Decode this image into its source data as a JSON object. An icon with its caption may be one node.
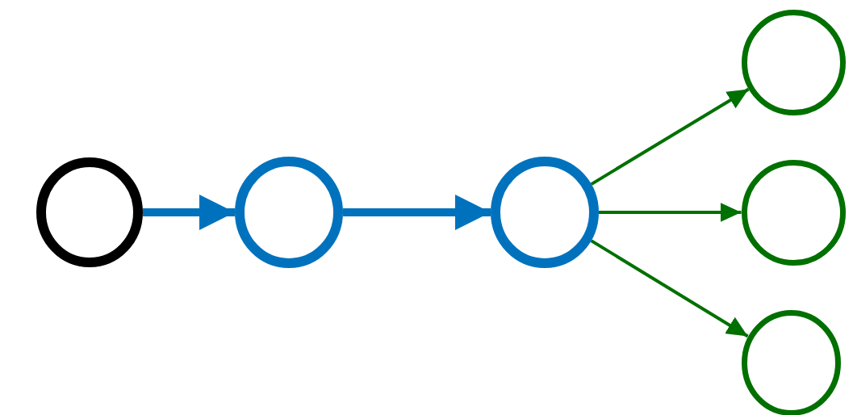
{
  "diagram": {
    "nodes": [
      {
        "text": [],
        "shape": "circle"
      },
      {
        "text": [],
        "shape": "circle"
      },
      {
        "text": [],
        "shape": "circle"
      },
      {
        "text": [],
        "shape": "circle"
      },
      {
        "text": [],
        "shape": "circle"
      },
      {
        "text": [],
        "shape": "circle"
      }
    ],
    "edges": [
      {
        "from": 0,
        "to": 1,
        "arrow": "to",
        "style": "thick",
        "color": "#0072bd"
      },
      {
        "from": 1,
        "to": 2,
        "arrow": "to",
        "style": "thick",
        "color": "#0072bd"
      },
      {
        "from": 2,
        "to": 3,
        "arrow": "to"
      },
      {
        "from": 2,
        "to": 4,
        "arrow": "to"
      },
      {
        "from": 2,
        "to": 5,
        "arrow": "to"
      }
    ]
  }
}
